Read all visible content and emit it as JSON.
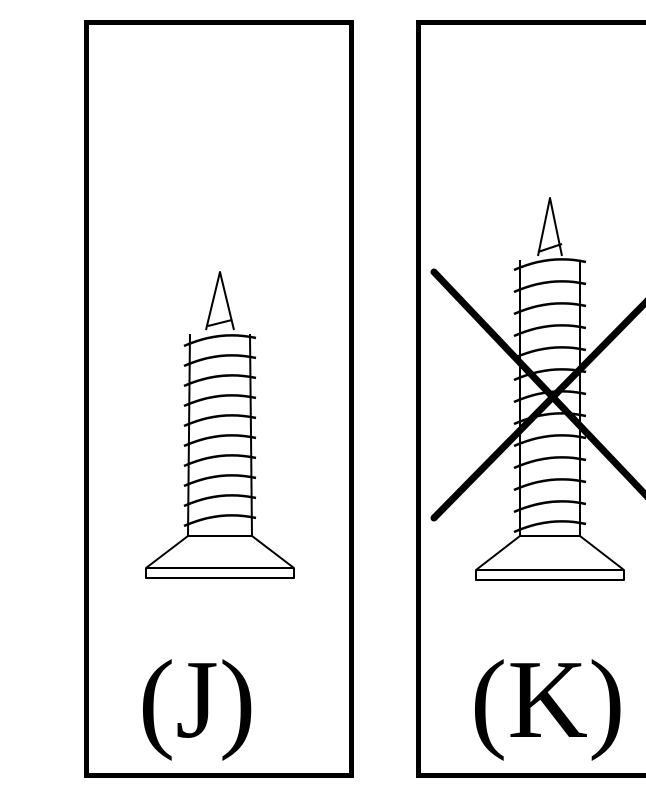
{
  "figure": {
    "panels": [
      {
        "id": "J",
        "label": "(J)",
        "status": "correct"
      },
      {
        "id": "K",
        "label": "(K)",
        "status": "incorrect"
      }
    ],
    "colors": {
      "line": "#000000",
      "background": "#ffffff"
    },
    "icons": {
      "screw": "countersunk-wood-screw-icon",
      "reject": "cross-mark-icon"
    }
  }
}
